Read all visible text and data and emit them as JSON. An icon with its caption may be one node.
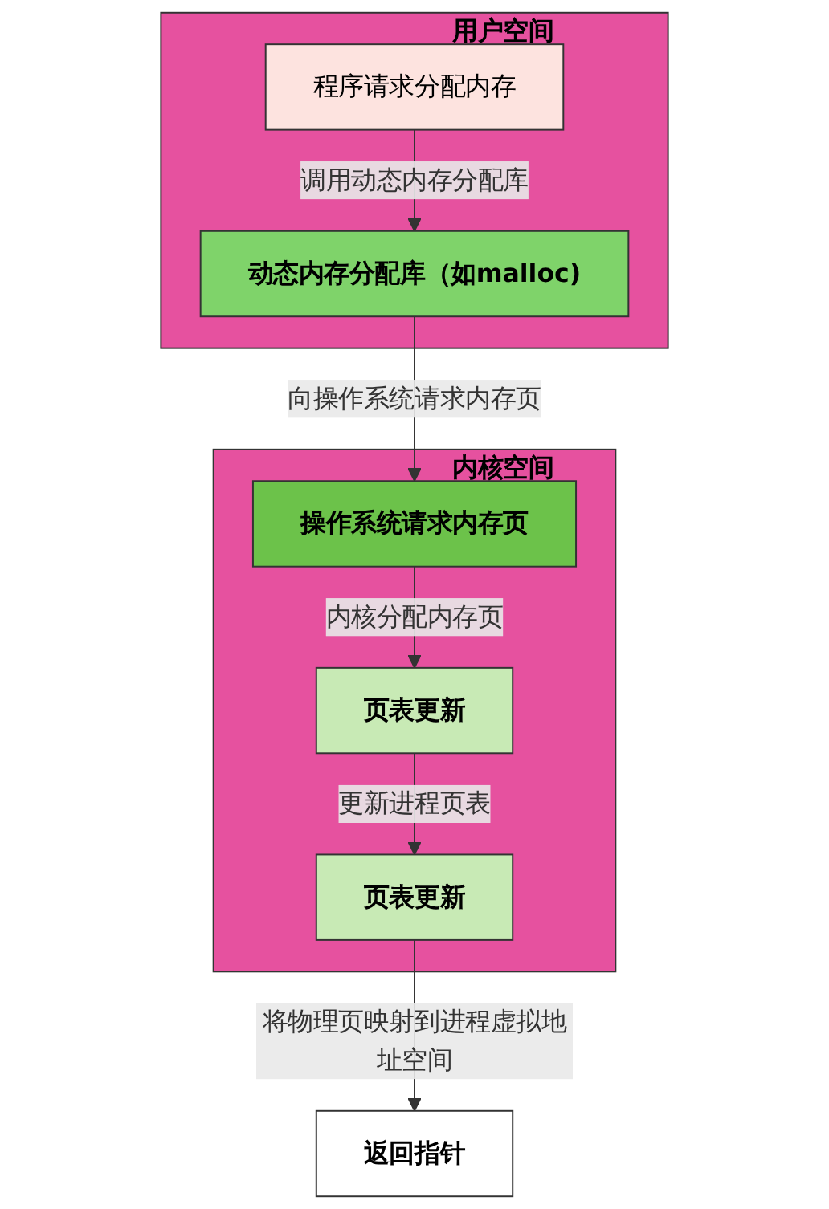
{
  "diagram": {
    "nodes": [
      {
        "text": [
          "用户空间"
        ]
      },
      {
        "text": [
          "程序请求分配内存"
        ],
        "in": 0
      },
      {
        "text": [
          "动态内存分配库（如malloc)"
        ],
        "in": 0
      },
      {
        "text": [
          "内核空间"
        ]
      },
      {
        "text": [
          "操作系统请求内存页"
        ],
        "in": 3
      },
      {
        "text": [
          "页表更新"
        ],
        "in": 3
      },
      {
        "text": [
          "页表更新"
        ],
        "in": 3
      },
      {
        "text": [
          "返回指针"
        ]
      }
    ],
    "edges": [
      {
        "from": 1,
        "to": 2,
        "arrow": "to",
        "label": "调用动态内存分配库"
      },
      {
        "from": 2,
        "to": 4,
        "arrow": "to",
        "label": "向操作系统请求内存页"
      },
      {
        "from": 4,
        "to": 5,
        "arrow": "to",
        "label": "内核分配内存页"
      },
      {
        "from": 5,
        "to": 6,
        "arrow": "to",
        "label": "更新进程页表"
      },
      {
        "from": 6,
        "to": 7,
        "arrow": "to",
        "label": "将物理页映射到进程虚拟地址空间"
      }
    ]
  }
}
